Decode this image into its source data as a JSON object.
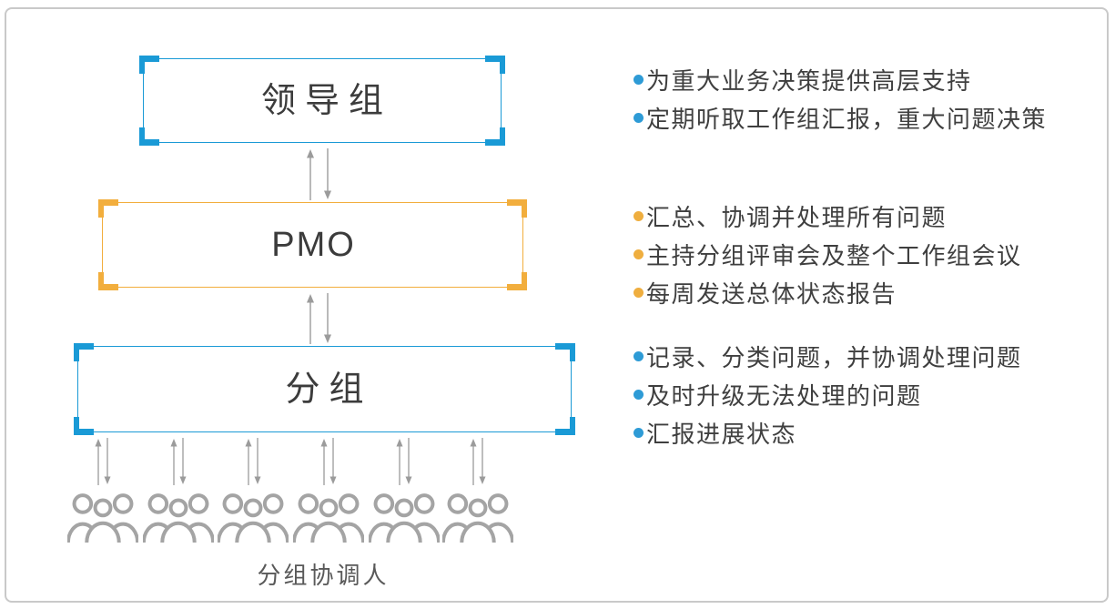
{
  "diagram": {
    "boxes": [
      {
        "id": "leadership",
        "label": "领导组",
        "color": "#1a9ad6"
      },
      {
        "id": "pmo",
        "label": "PMO",
        "color": "#f2ae3d"
      },
      {
        "id": "subgroup",
        "label": "分组",
        "color": "#1a9ad6"
      }
    ],
    "bullet_groups": [
      {
        "for_box": "leadership",
        "bullet_color": "#2e9bd6",
        "items": [
          "为重大业务决策提供高层支持",
          "定期听取工作组汇报，重大问题决策"
        ]
      },
      {
        "for_box": "pmo",
        "bullet_color": "#efae3f",
        "items": [
          "汇总、协调并处理所有问题",
          "主持分组评审会及整个工作组会议",
          "每周发送总体状态报告"
        ]
      },
      {
        "for_box": "subgroup",
        "bullet_color": "#2e9bd6",
        "items": [
          "记录、分类问题，并协调处理问题",
          "及时升级无法处理的问题",
          "汇报进展状态"
        ]
      }
    ],
    "caption": "分组协调人",
    "people_group_count": 6,
    "icons": [
      "up-down-arrows-icon",
      "people-group-icon"
    ],
    "colors": {
      "blue": "#1a9ad6",
      "orange": "#f2ae3d",
      "arrow_gray": "#9b9b9b",
      "people_gray": "#a4a4a4",
      "text_dark": "#3f3f3f",
      "caption_gray": "#595959",
      "frame_border": "#c9c9c9"
    }
  }
}
